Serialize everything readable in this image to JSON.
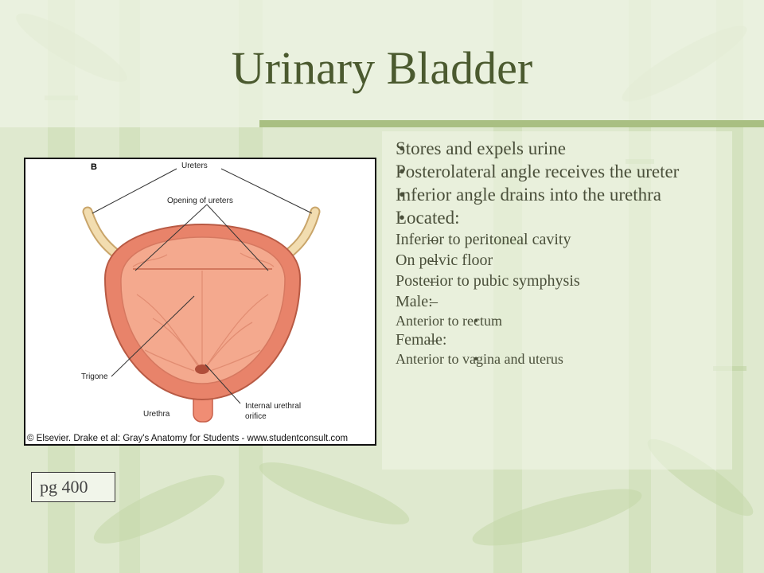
{
  "slide": {
    "title": "Urinary Bladder",
    "bullets": [
      {
        "level": 1,
        "marker": "•",
        "text": "Stores and expels urine"
      },
      {
        "level": 1,
        "marker": "•",
        "text": "Posterolateral angle receives the ureter"
      },
      {
        "level": 1,
        "marker": "•",
        "text": "Inferior angle drains into the urethra"
      },
      {
        "level": 1,
        "marker": "•",
        "text": "Located:"
      },
      {
        "level": 2,
        "marker": "–",
        "text": "Inferior to peritoneal cavity"
      },
      {
        "level": 2,
        "marker": "–",
        "text": "On pelvic floor"
      },
      {
        "level": 2,
        "marker": "–",
        "text": "Posterior to pubic symphysis"
      },
      {
        "level": 2,
        "marker": "–",
        "text": "Male:"
      },
      {
        "level": 3,
        "marker": "•",
        "text": "Anterior to rectum"
      },
      {
        "level": 2,
        "marker": "–",
        "text": "Female:"
      },
      {
        "level": 3,
        "marker": "•",
        "text": "Anterior to vagina and uterus"
      }
    ],
    "page_ref": "pg 400"
  },
  "figure": {
    "panel_letter": "B",
    "labels": {
      "ureters": "Ureters",
      "opening": "Opening of ureters",
      "trigone": "Trigone",
      "urethra": "Urethra",
      "internal_1": "Internal urethral",
      "internal_2": "orifice"
    },
    "credit": "© Elsevier. Drake et al: Gray's Anatomy for Students - www.studentconsult.com"
  },
  "theme": {
    "background": "#dfe9cf",
    "title_color": "#4b5a2f",
    "rule_color": "#a9bf82",
    "text_color": "#4a4f3a",
    "bladder_wall": "#e8836a",
    "bladder_inner": "#f4a98e",
    "ureter_color": "#f2ddb0"
  }
}
